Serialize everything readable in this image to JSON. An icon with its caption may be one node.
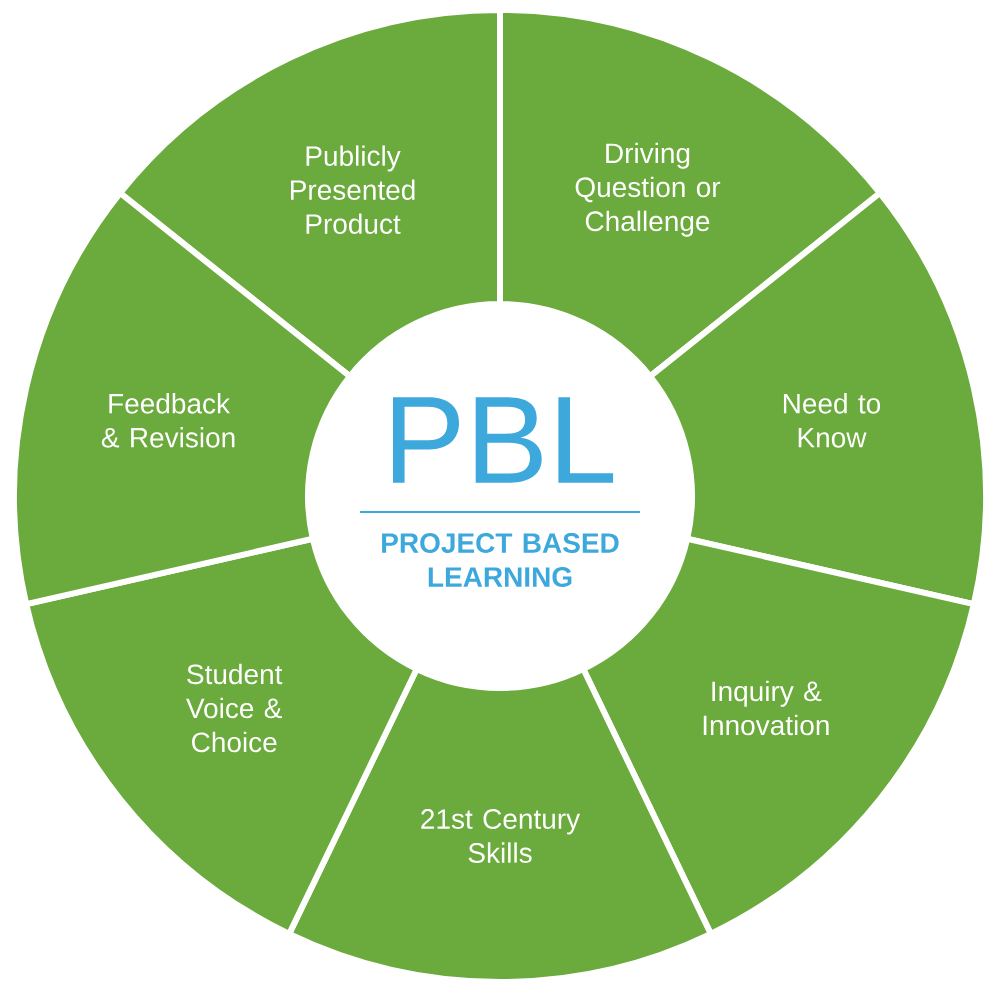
{
  "diagram": {
    "nodes": [
      {
        "text": [
          "PBL",
          "PROJECT BASED LEARNING"
        ]
      },
      {
        "text": [
          "Publicly Presented Product"
        ]
      },
      {
        "text": [
          "Driving Question or Challenge"
        ]
      },
      {
        "text": [
          "Need to Know"
        ]
      },
      {
        "text": [
          "Inquiry & Innovation"
        ]
      },
      {
        "text": [
          "21st Century Skills"
        ]
      },
      {
        "text": [
          "Student Voice & Choice"
        ]
      },
      {
        "text": [
          "Feedback & Revision"
        ]
      }
    ]
  }
}
